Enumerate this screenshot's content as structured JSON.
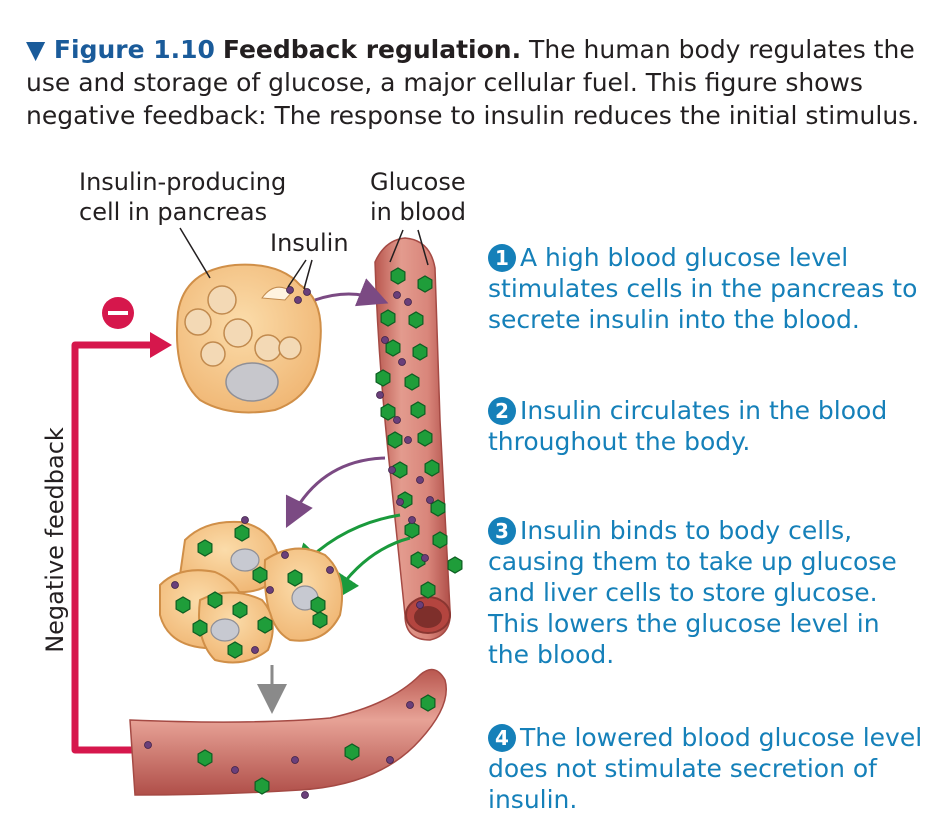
{
  "caption": {
    "figure_number": "▼ Figure 1.10",
    "title": "Feedback regulation.",
    "text": " The human body regulates the use and storage of glucose, a major cellular fuel. This figure shows negative feedback: The response to insulin reduces the initial stimulus."
  },
  "labels": {
    "producing_line1": "Insulin-producing",
    "producing_line2": "cell in pancreas",
    "insulin": "Insulin",
    "glucose_line1": "Glucose",
    "glucose_line2": "in blood",
    "negative_feedback": "Negative feedback",
    "minus_sign": "−"
  },
  "steps": [
    {
      "number": "1",
      "text": "A high blood glucose level stimulates cells in the pancreas to secrete insulin into the blood."
    },
    {
      "number": "2",
      "text": "Insulin circulates in the blood throughout the body."
    },
    {
      "number": "3",
      "text": "Insulin binds to body cells, causing them to take up glucose and liver cells to store glucose. This lowers the glucose level in the blood."
    },
    {
      "number": "4",
      "text": "The lowered blood glucose level does not stimulate secretion of insulin."
    }
  ],
  "colors": {
    "step_text": "#1580b9",
    "figure_number": "#1a5b9a",
    "feedback_arrow": "#d6174c",
    "insulin_arrow": "#7b4a83",
    "glucose_arrow": "#1a9a3c",
    "glucose": "#1f9d3a",
    "insulin": "#6a3f7a",
    "vessel": "#d4857b",
    "cell": "#f6c688"
  }
}
